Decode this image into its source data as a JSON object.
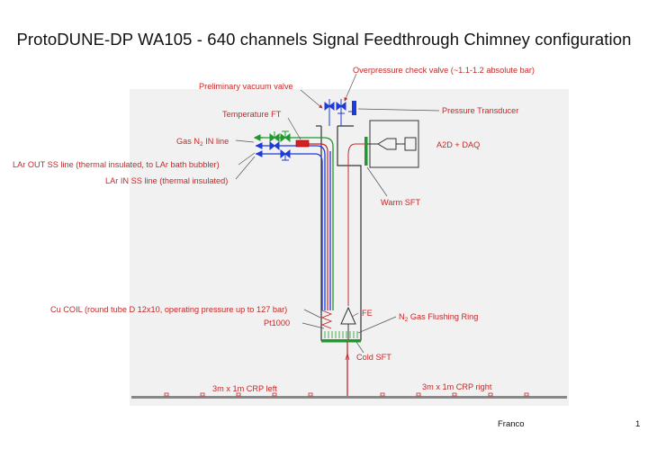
{
  "title": "ProtoDUNE-DP WA105 - 640 channels Signal Feedthrough Chimney configuration",
  "labels": {
    "overpressure_valve": "Overpressure check valve (~1.1-1.2 absolute bar)",
    "vacuum_valve": "Preliminary vacuum valve",
    "pressure_transducer": "Pressure Transducer",
    "temperature_ft": "Temperature  FT",
    "gas_n2_in_prefix": "Gas N",
    "gas_n2_in_sub": "2",
    "gas_n2_in_suffix": " IN line",
    "a2d_daq": "A2D + DAQ",
    "lar_out": "LAr OUT  SS line (thermal insulated, to LAr bath bubbler)",
    "lar_in": "LAr IN SS line (thermal insulated)",
    "warm_sft": "Warm SFT",
    "cu_coil": "Cu COIL (round tube D 12x10, operating pressure up to 127 bar)",
    "fe": "FE",
    "n2_ring_prefix": "N",
    "n2_ring_sub": "2",
    "n2_ring_suffix": " Gas Flushing Ring",
    "pt1000": "Pt1000",
    "cold_sft": "Cold SFT",
    "crp_left": "3m x 1m CRP left",
    "crp_right": "3m x 1m  CRP right"
  },
  "footer": {
    "author": "Franco",
    "page": "1"
  },
  "colors": {
    "label_red": "#c62828",
    "lar_in_blue": "#1f3bd6",
    "gas_green": "#1f9a2e",
    "panel_bg": "#f1f1f1"
  }
}
